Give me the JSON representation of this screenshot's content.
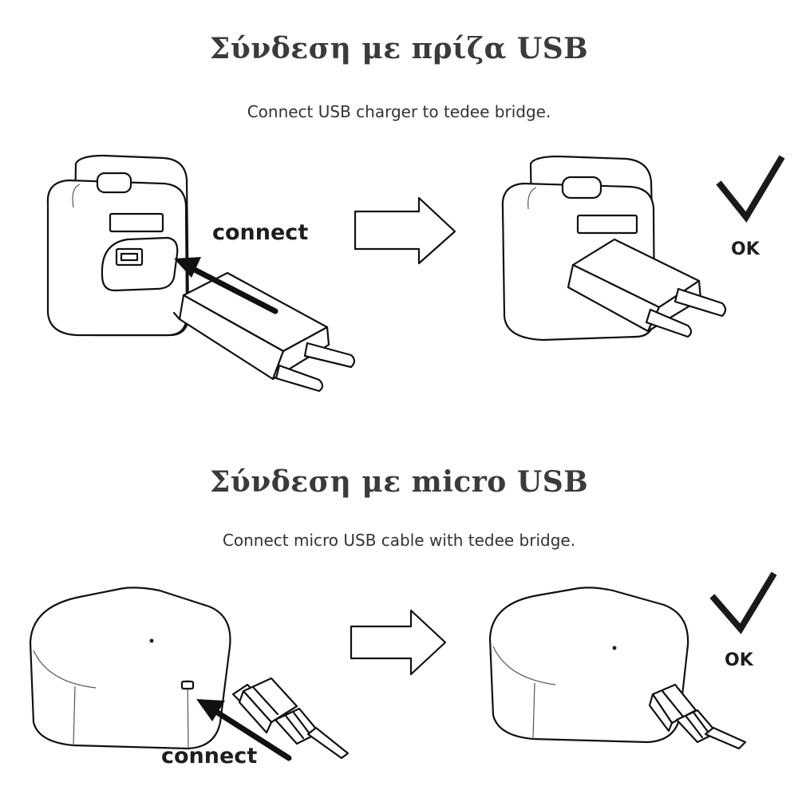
{
  "section_usb_plug": {
    "heading": "Σύνδεση με πρίζα USB",
    "instruction": "Connect USB charger to tedee bridge.",
    "action_label": "connect",
    "result_label": "OK"
  },
  "section_micro_usb": {
    "heading": "Σύνδεση με micro USB",
    "instruction": "Connect micro USB cable with tedee bridge.",
    "action_label": "connect",
    "result_label": "OK"
  },
  "icons": [
    "tedee-bridge-icon",
    "usb-charger-icon",
    "arrow-right-icon",
    "checkmark-icon",
    "micro-usb-cable-icon"
  ]
}
